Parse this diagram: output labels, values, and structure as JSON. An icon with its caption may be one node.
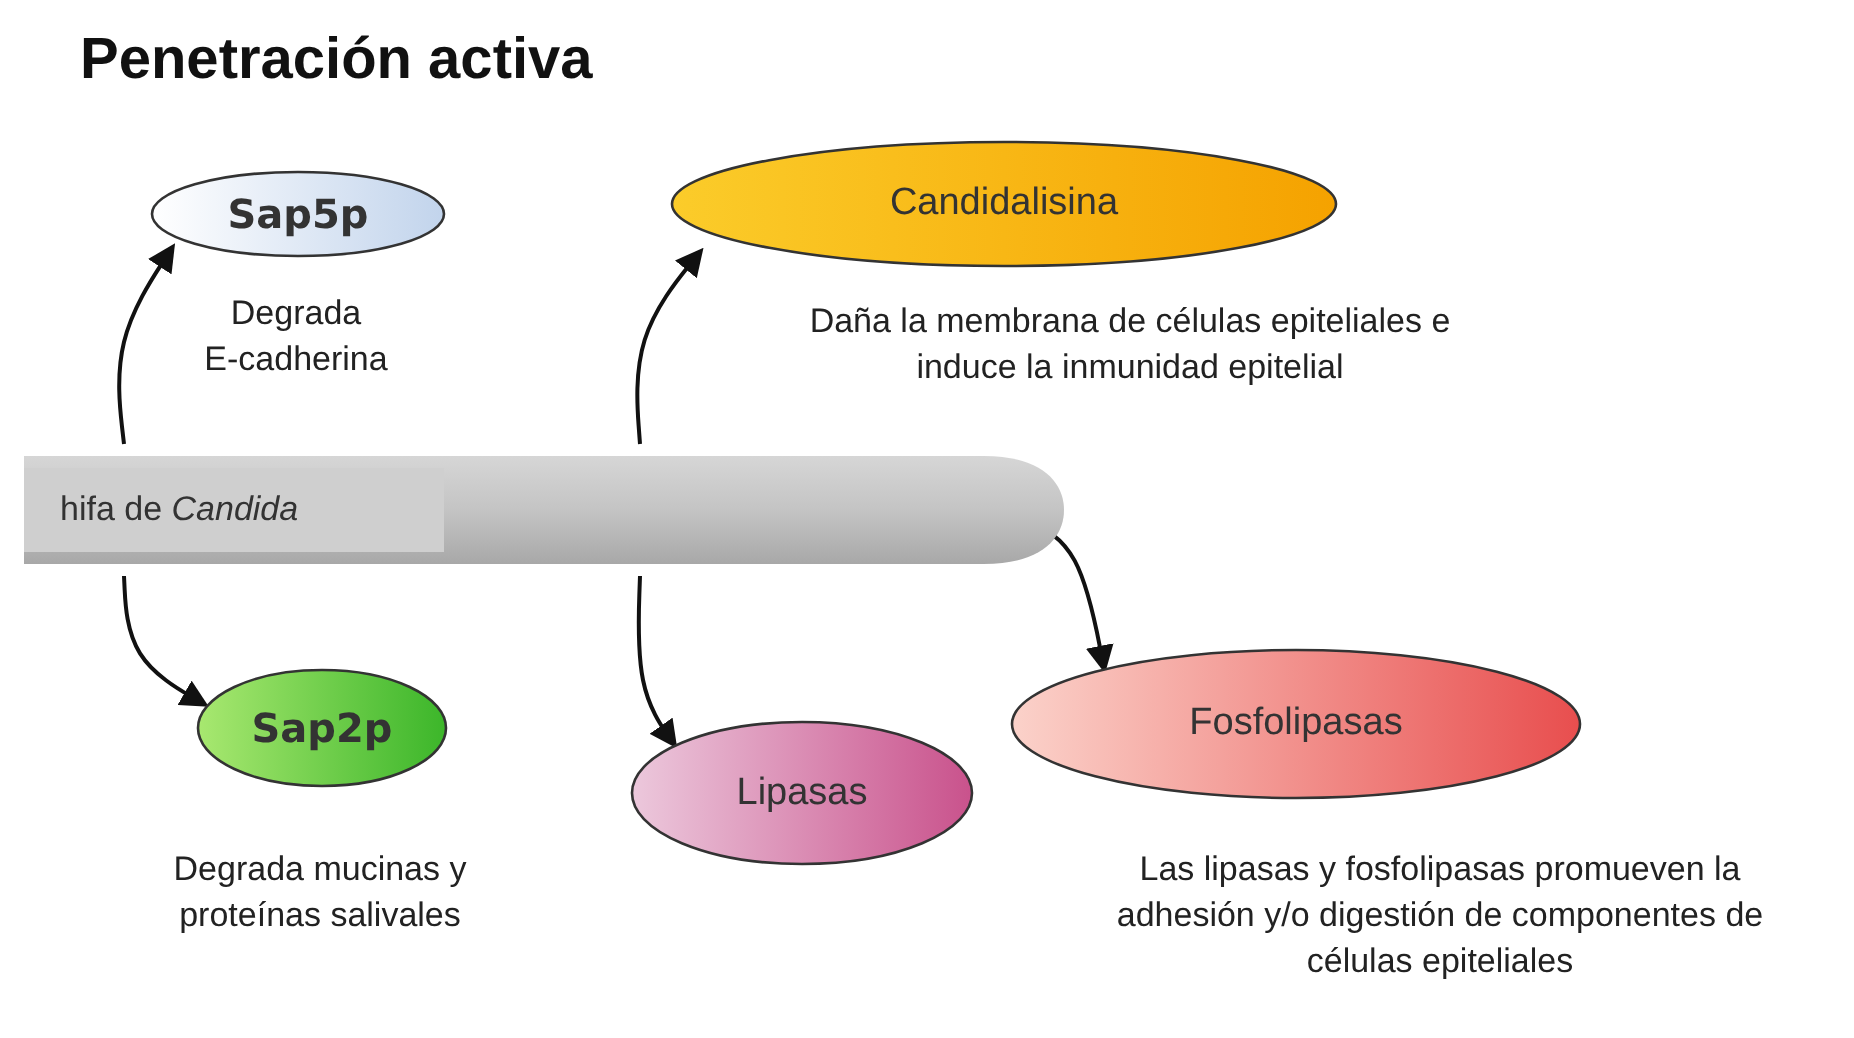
{
  "diagram": {
    "title": "Penetración activa",
    "nodes": [
      {
        "text": [
          "hifa de *Candida*"
        ]
      },
      {
        "text": [
          "Sap5p"
        ],
        "beside": [
          "Degrada E-cadherina"
        ]
      },
      {
        "text": [
          "Candidalisina"
        ],
        "beside": [
          "Daña la membrana de células epiteliales e induce la inmunidad epitelial"
        ]
      },
      {
        "text": [
          "Sap2p"
        ],
        "beside": [
          "Degrada mucinas y proteínas salivales"
        ]
      },
      {
        "text": [
          "Lipasas"
        ]
      },
      {
        "text": [
          "Fosfolipasas"
        ],
        "beside": [
          "Las lipasas y fosfolipasas promueven la adhesión y/o digestión de componentes de células epiteliales"
        ]
      }
    ],
    "edges": [
      {
        "from": 0,
        "to": 1,
        "arrow": "to"
      },
      {
        "from": 0,
        "to": 2,
        "arrow": "to"
      },
      {
        "from": 0,
        "to": 3,
        "arrow": "to"
      },
      {
        "from": 0,
        "to": 4,
        "arrow": "to"
      },
      {
        "from": 0,
        "to": 5,
        "arrow": "to"
      }
    ]
  }
}
